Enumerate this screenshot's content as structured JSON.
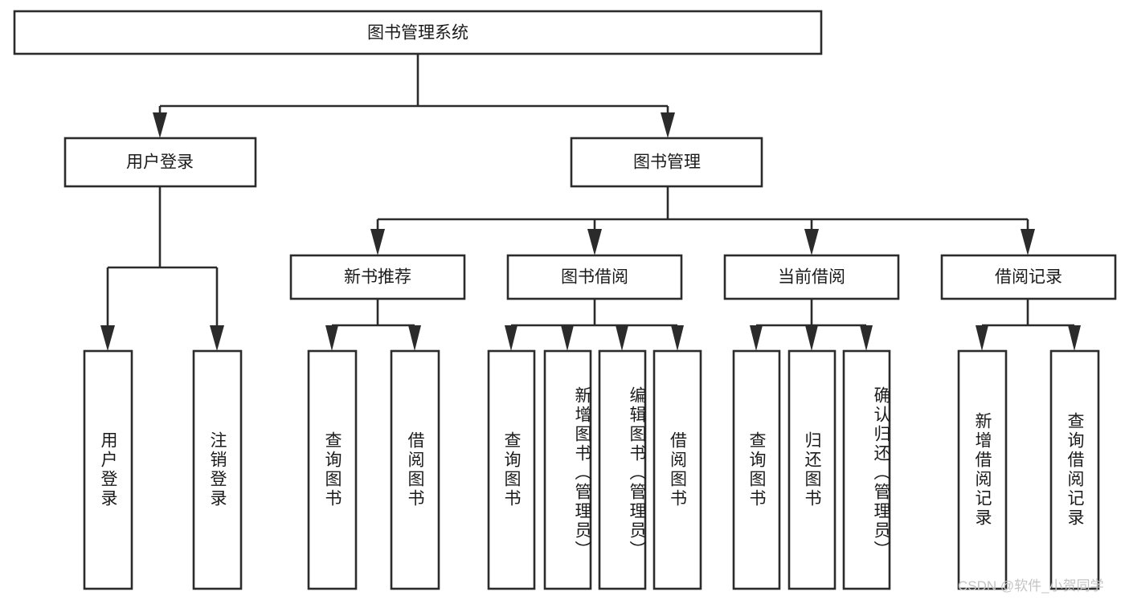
{
  "diagram": {
    "title": "图书管理系统",
    "type": "hierarchy-tree",
    "levels": 4,
    "root": {
      "id": "root",
      "label": "图书管理系统",
      "orientation": "horizontal"
    },
    "level2": [
      {
        "id": "user-login",
        "label": "用户登录",
        "orientation": "horizontal"
      },
      {
        "id": "book-manage",
        "label": "图书管理",
        "orientation": "horizontal"
      }
    ],
    "level3": [
      {
        "id": "new-book-recommend",
        "label": "新书推荐",
        "orientation": "horizontal",
        "parent": "book-manage"
      },
      {
        "id": "book-borrow",
        "label": "图书借阅",
        "orientation": "horizontal",
        "parent": "book-manage"
      },
      {
        "id": "current-borrow",
        "label": "当前借阅",
        "orientation": "horizontal",
        "parent": "book-manage"
      },
      {
        "id": "borrow-record",
        "label": "借阅记录",
        "orientation": "horizontal",
        "parent": "book-manage"
      }
    ],
    "leaves": [
      {
        "id": "leaf-user-login",
        "label": "用户登录",
        "orientation": "vertical",
        "parent": "user-login"
      },
      {
        "id": "leaf-user-logout",
        "label": "注销登录",
        "orientation": "vertical",
        "parent": "user-login"
      },
      {
        "id": "leaf-query-book-1",
        "label": "查询图书",
        "orientation": "vertical",
        "parent": "new-book-recommend"
      },
      {
        "id": "leaf-borrow-book-1",
        "label": "借阅图书",
        "orientation": "vertical",
        "parent": "new-book-recommend"
      },
      {
        "id": "leaf-query-book-2",
        "label": "查询图书",
        "orientation": "vertical",
        "parent": "book-borrow"
      },
      {
        "id": "leaf-add-book",
        "label": "新增图书（管理员）",
        "orientation": "vertical",
        "parent": "book-borrow"
      },
      {
        "id": "leaf-edit-book",
        "label": "编辑图书（管理员）",
        "orientation": "vertical",
        "parent": "book-borrow"
      },
      {
        "id": "leaf-borrow-book-2",
        "label": "借阅图书",
        "orientation": "vertical",
        "parent": "book-borrow"
      },
      {
        "id": "leaf-query-book-3",
        "label": "查询图书",
        "orientation": "vertical",
        "parent": "current-borrow"
      },
      {
        "id": "leaf-return-book",
        "label": "归还图书",
        "orientation": "vertical",
        "parent": "current-borrow"
      },
      {
        "id": "leaf-confirm-return",
        "label": "确认归还（管理员）",
        "orientation": "vertical",
        "parent": "current-borrow"
      },
      {
        "id": "leaf-add-record",
        "label": "新增借阅记录",
        "orientation": "vertical",
        "parent": "borrow-record"
      },
      {
        "id": "leaf-query-record",
        "label": "查询借阅记录",
        "orientation": "vertical",
        "parent": "borrow-record"
      }
    ]
  },
  "watermark": {
    "text": "CSDN @软件_小贺同学"
  },
  "colors": {
    "box_stroke": "#2b2b2b",
    "box_fill": "#ffffff",
    "text": "#1b1b1b",
    "background": "#ffffff",
    "watermark": "#c4c4c4"
  }
}
